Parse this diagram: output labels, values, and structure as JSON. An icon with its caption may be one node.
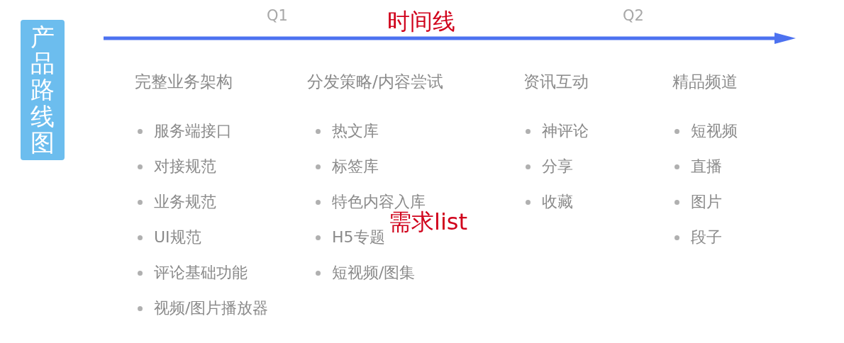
{
  "diagram": {
    "nodes": [
      {
        "text": [
          "产品路线图"
        ]
      }
    ],
    "edges": [],
    "labels": [
      "Q1",
      "时间线",
      "Q2",
      "完整业务架构",
      "分发策略/内容尝试",
      "资讯互动",
      "精品频道",
      "服务端接口",
      "对接规范",
      "业务规范",
      "UI规范",
      "评论基础功能",
      "视频/图片播放器",
      "热文库",
      "标签库",
      "特色内容入库",
      "H5专题",
      "短视频/图集",
      "神评论",
      "分享",
      "收藏",
      "短视频",
      "直播",
      "图片",
      "段子",
      "需求list"
    ]
  }
}
